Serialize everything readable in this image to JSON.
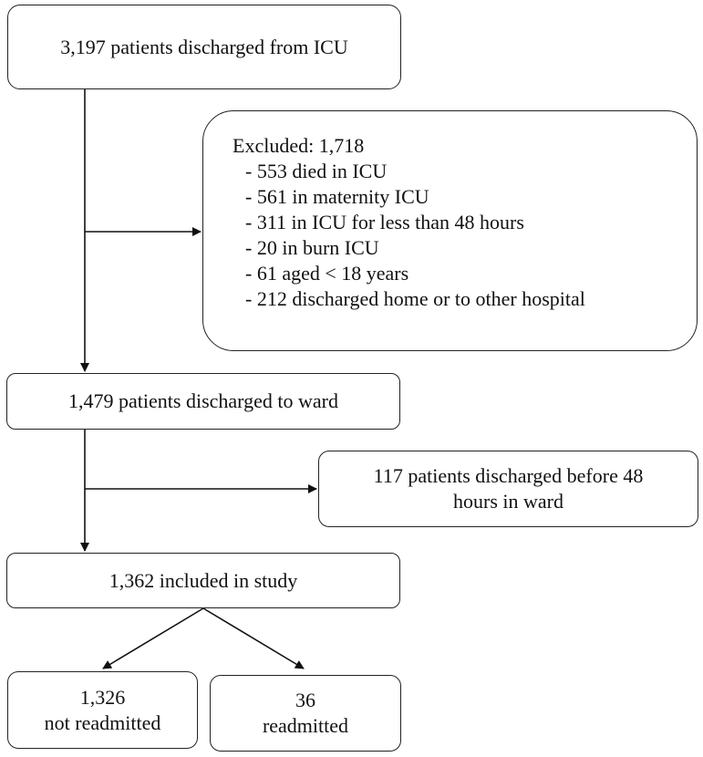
{
  "boxes": {
    "start": "3,197 patients discharged from ICU",
    "excluded": {
      "title": "Excluded: 1,718",
      "items": [
        "553 died in ICU",
        "561 in maternity ICU",
        "311 in ICU for less than 48 hours",
        "20 in burn ICU",
        "61 aged < 18 years",
        "212 discharged home or to other hospital"
      ]
    },
    "ward": "1,479 patients discharged to ward",
    "excluded_ward": {
      "line1": "117 patients discharged before 48",
      "line2": "hours in ward"
    },
    "study": "1,362 included in study",
    "not_readmitted": {
      "count": "1,326",
      "label": "not readmitted"
    },
    "readmitted": {
      "count": "36",
      "label": "readmitted"
    }
  }
}
